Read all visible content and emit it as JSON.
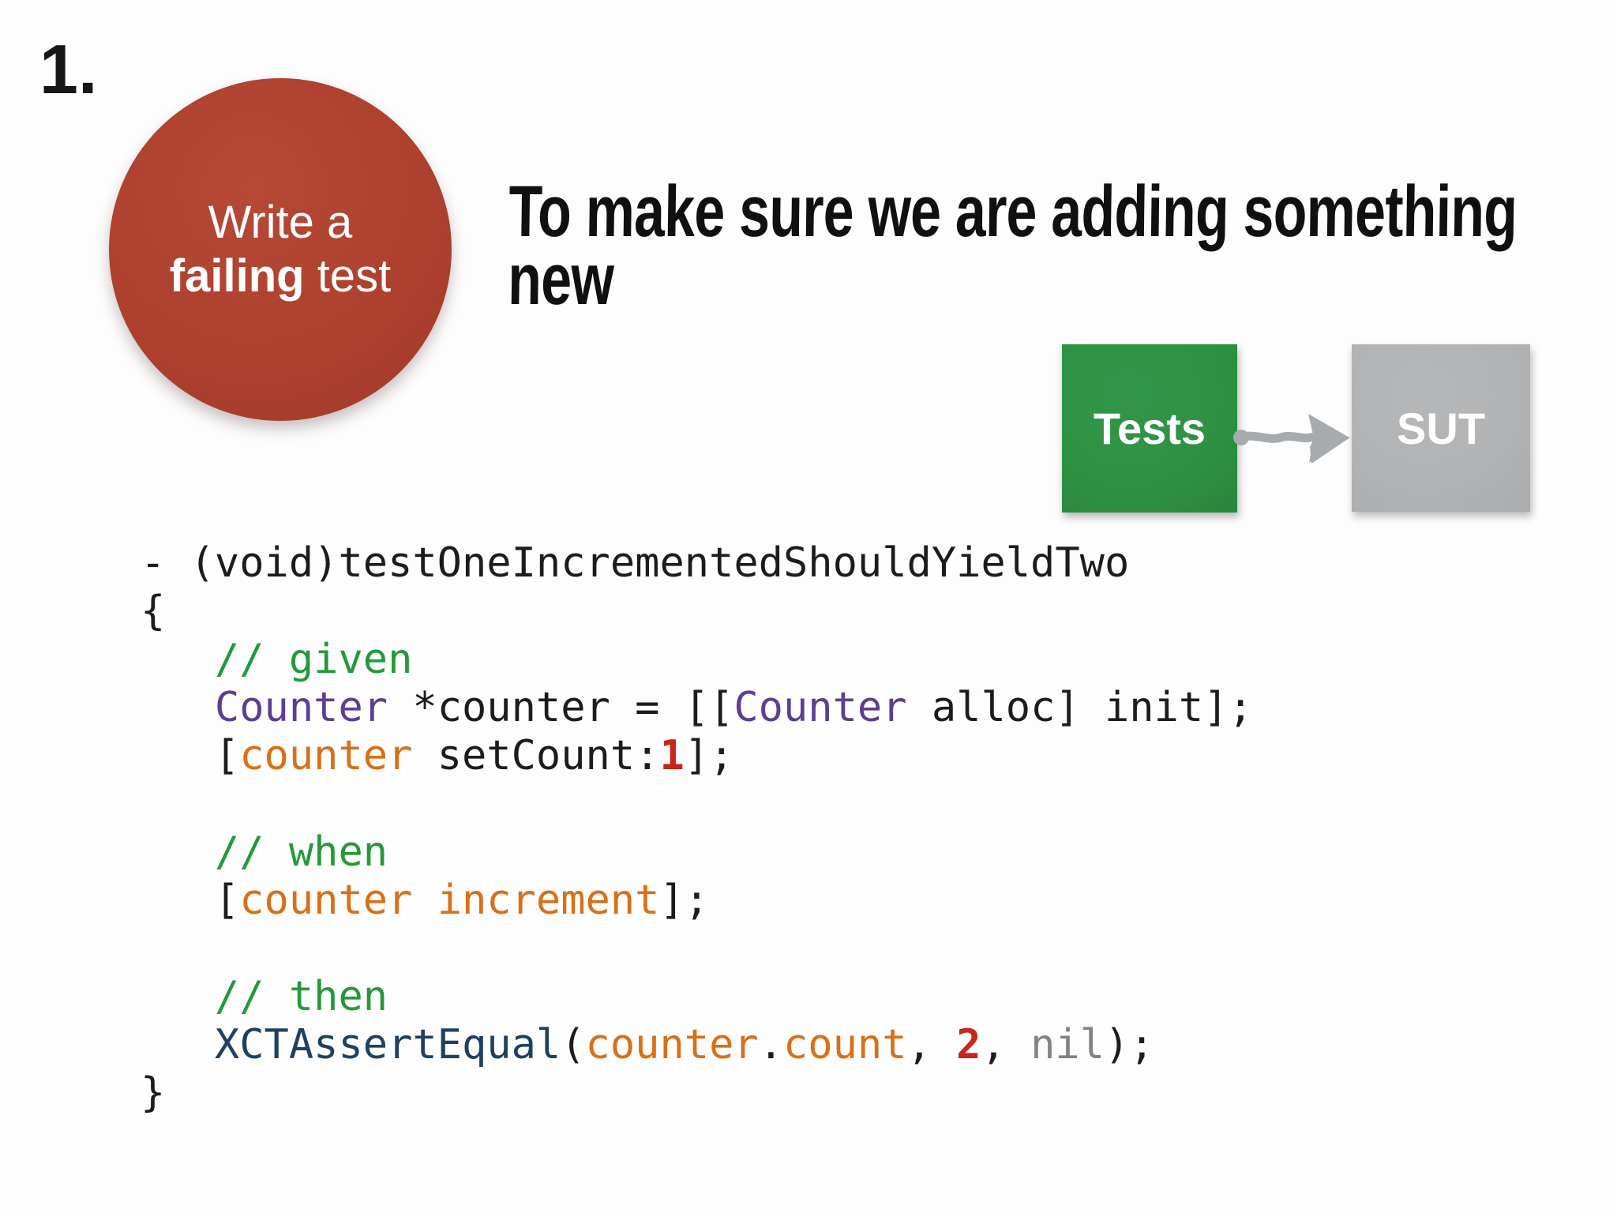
{
  "step_number": "1.",
  "circle": {
    "line1": "Write a",
    "line2_bold": "failing",
    "line2_rest": " test",
    "color": "#ae402e"
  },
  "heading": {
    "line1": "To make sure we are adding something",
    "line2": "new"
  },
  "diagram": {
    "tests_label": "Tests",
    "sut_label": "SUT",
    "tests_color": "#2e9142",
    "sut_color": "#b0b2b4",
    "arrow_color": "#a8abad",
    "arrow_icon": "right-arrow"
  },
  "code": {
    "token_colors": {
      "plain": "#1c1c1c",
      "comment": "#24993b",
      "type": "#5e3d94",
      "message": "#d96f16",
      "number": "#c7261a",
      "function": "#1f4061",
      "nil": "#828284"
    },
    "lines": [
      [
        [
          "- (void)testOneIncrementedShouldYieldTwo",
          "plain"
        ]
      ],
      [
        [
          "{",
          "plain"
        ]
      ],
      [
        [
          "   ",
          "plain"
        ],
        [
          "// given",
          "comment"
        ]
      ],
      [
        [
          "   ",
          "plain"
        ],
        [
          "Counter",
          "type"
        ],
        [
          " *counter = [[",
          "plain"
        ],
        [
          "Counter",
          "type"
        ],
        [
          " alloc] init];",
          "plain"
        ]
      ],
      [
        [
          "   [",
          "plain"
        ],
        [
          "counter",
          "msg"
        ],
        [
          " setCount:",
          "plain"
        ],
        [
          "1",
          "num"
        ],
        [
          "];",
          "plain"
        ]
      ],
      [],
      [
        [
          "   ",
          "plain"
        ],
        [
          "// when",
          "comment"
        ]
      ],
      [
        [
          "   [",
          "plain"
        ],
        [
          "counter increment",
          "msg"
        ],
        [
          "];",
          "plain"
        ]
      ],
      [],
      [
        [
          "   ",
          "plain"
        ],
        [
          "// then",
          "comment"
        ]
      ],
      [
        [
          "   ",
          "plain"
        ],
        [
          "XCTAssertEqual",
          "fn"
        ],
        [
          "(",
          "plain"
        ],
        [
          "counter",
          "msg"
        ],
        [
          ".",
          "plain"
        ],
        [
          "count",
          "msg"
        ],
        [
          ", ",
          "plain"
        ],
        [
          "2",
          "num"
        ],
        [
          ", ",
          "plain"
        ],
        [
          "nil",
          "nil"
        ],
        [
          ");",
          "plain"
        ]
      ],
      [
        [
          "}",
          "plain"
        ]
      ]
    ]
  }
}
